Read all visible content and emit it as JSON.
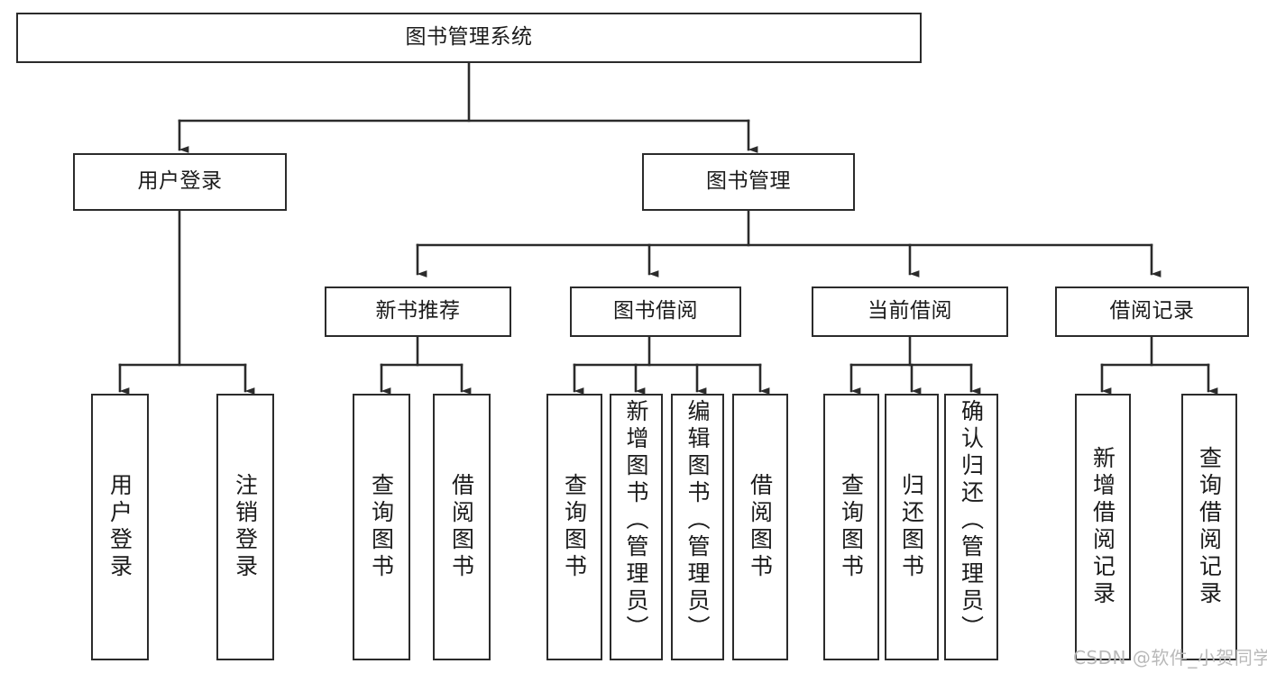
{
  "diagram": {
    "title": "图书管理系统",
    "type": "tree-hierarchy",
    "watermark": "CSDN @软件_小贺同学",
    "colors": {
      "box_border": "#2b2b2b",
      "box_fill": "#ffffff",
      "connector": "#2b2b2b",
      "text": "#1b1b1b",
      "watermark": "#b9b9b9",
      "background": "#ffffff"
    },
    "levels": {
      "root": {
        "label": "图书管理系统"
      },
      "level2": [
        {
          "id": "user-login",
          "label": "用户登录"
        },
        {
          "id": "book-manage",
          "label": "图书管理"
        }
      ],
      "level3": [
        {
          "id": "new-book-recommend",
          "label": "新书推荐",
          "parent": "book-manage"
        },
        {
          "id": "book-borrow",
          "label": "图书借阅",
          "parent": "book-manage"
        },
        {
          "id": "current-borrow",
          "label": "当前借阅",
          "parent": "book-manage"
        },
        {
          "id": "borrow-record",
          "label": "借阅记录",
          "parent": "book-manage"
        }
      ],
      "leaves": [
        {
          "id": "leaf-user-login",
          "label": "用户登录",
          "parent": "user-login"
        },
        {
          "id": "leaf-user-logout",
          "label": "注销登录",
          "parent": "user-login"
        },
        {
          "id": "leaf-query-book-1",
          "label": "查询图书",
          "parent": "new-book-recommend"
        },
        {
          "id": "leaf-borrow-book-1",
          "label": "借阅图书",
          "parent": "new-book-recommend"
        },
        {
          "id": "leaf-query-book-2",
          "label": "查询图书",
          "parent": "book-borrow"
        },
        {
          "id": "leaf-add-book",
          "label": "新增图书（管理员）",
          "parent": "book-borrow"
        },
        {
          "id": "leaf-edit-book",
          "label": "编辑图书（管理员）",
          "parent": "book-borrow"
        },
        {
          "id": "leaf-borrow-book-2",
          "label": "借阅图书",
          "parent": "book-borrow"
        },
        {
          "id": "leaf-query-book-3",
          "label": "查询图书",
          "parent": "current-borrow"
        },
        {
          "id": "leaf-return-book",
          "label": "归还图书",
          "parent": "current-borrow"
        },
        {
          "id": "leaf-confirm-return",
          "label": "确认归还（管理员）",
          "parent": "current-borrow"
        },
        {
          "id": "leaf-add-record",
          "label": "新增借阅记录",
          "parent": "borrow-record"
        },
        {
          "id": "leaf-query-record",
          "label": "查询借阅记录",
          "parent": "borrow-record"
        }
      ]
    }
  }
}
